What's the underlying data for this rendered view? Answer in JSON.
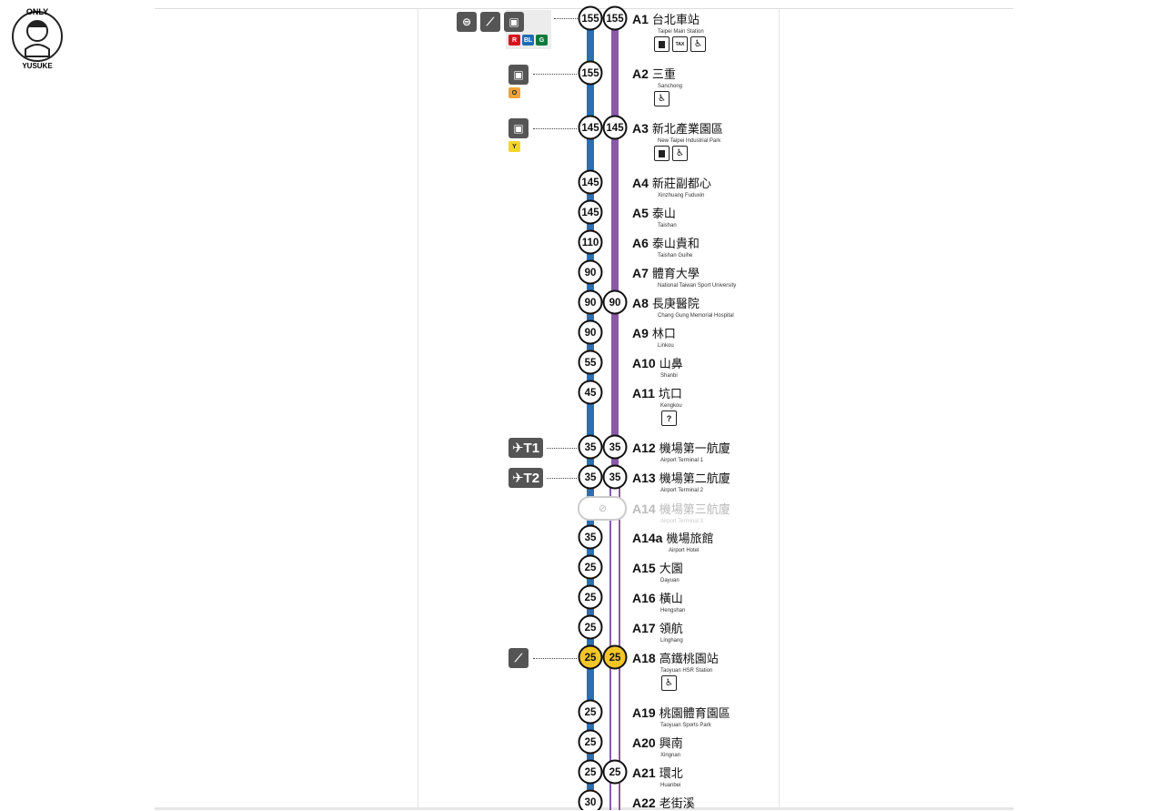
{
  "logo": {
    "arc_text": "ONLY",
    "bottom_text": "YUSUKE"
  },
  "colors": {
    "commuter": "#2a6fb6",
    "express": "#8a5aa8",
    "highlight": "#f4c526",
    "badge_R": "#d8111b",
    "badge_BL": "#1f6db5",
    "badge_G": "#0b7a3c",
    "badge_O": "#f2a23a",
    "badge_Y": "#f2d62a"
  },
  "stations": [
    {
      "code": "A1",
      "zh": "台北車站",
      "en": "Taipei Main Station",
      "commuter": "155",
      "express": "155",
      "amenities": [
        "lock",
        "TAX",
        "baby"
      ]
    },
    {
      "code": "A2",
      "zh": "三重",
      "en": "Sanchong",
      "commuter": "155",
      "express": "",
      "amenities": [
        "baby"
      ]
    },
    {
      "code": "A3",
      "zh": "新北產業園區",
      "en": "New Taipei Industrial Park",
      "commuter": "145",
      "express": "145",
      "amenities": [
        "lock",
        "baby"
      ]
    },
    {
      "code": "A4",
      "zh": "新莊副都心",
      "en": "Xinzhuang Fuduxin",
      "commuter": "145",
      "express": ""
    },
    {
      "code": "A5",
      "zh": "泰山",
      "en": "Taishan",
      "commuter": "145",
      "express": ""
    },
    {
      "code": "A6",
      "zh": "泰山貴和",
      "en": "Taishan Guihe",
      "commuter": "110",
      "express": ""
    },
    {
      "code": "A7",
      "zh": "體育大學",
      "en": "National Taiwan Sport University",
      "commuter": "90",
      "express": ""
    },
    {
      "code": "A8",
      "zh": "長庚醫院",
      "en": "Chang Gung Memorial Hospital",
      "commuter": "90",
      "express": "90"
    },
    {
      "code": "A9",
      "zh": "林口",
      "en": "Linkou",
      "commuter": "90",
      "express": ""
    },
    {
      "code": "A10",
      "zh": "山鼻",
      "en": "Shanbi",
      "commuter": "55",
      "express": ""
    },
    {
      "code": "A11",
      "zh": "坑口",
      "en": "Kengkou",
      "commuter": "45",
      "express": "",
      "amenities": [
        "info"
      ]
    },
    {
      "code": "A12",
      "zh": "機場第一航廈",
      "en": "Airport Terminal 1",
      "commuter": "35",
      "express": "35"
    },
    {
      "code": "A13",
      "zh": "機場第二航廈",
      "en": "Airport Terminal 2",
      "commuter": "35",
      "express": "35"
    },
    {
      "code": "A14",
      "zh": "機場第三航廈",
      "en": "Airport Terminal 3",
      "commuter": "",
      "express": "",
      "faded": true
    },
    {
      "code": "A14a",
      "zh": "機場旅館",
      "en": "Airport Hotel",
      "commuter": "35",
      "express": ""
    },
    {
      "code": "A15",
      "zh": "大園",
      "en": "Dayuan",
      "commuter": "25",
      "express": ""
    },
    {
      "code": "A16",
      "zh": "橫山",
      "en": "Hengshan",
      "commuter": "25",
      "express": ""
    },
    {
      "code": "A17",
      "zh": "領航",
      "en": "Linghang",
      "commuter": "25",
      "express": ""
    },
    {
      "code": "A18",
      "zh": "高鐵桃園站",
      "en": "Taoyuan HSR Station",
      "commuter": "25",
      "express": "25",
      "highlight": true,
      "amenities": [
        "baby"
      ]
    },
    {
      "code": "A19",
      "zh": "桃園體育園區",
      "en": "Taoyuan Sports Park",
      "commuter": "25",
      "express": ""
    },
    {
      "code": "A20",
      "zh": "興南",
      "en": "Xingnan",
      "commuter": "25",
      "express": ""
    },
    {
      "code": "A21",
      "zh": "環北",
      "en": "Huanbei",
      "commuter": "25",
      "express": "25"
    },
    {
      "code": "A22",
      "zh": "老街溪",
      "en": "",
      "commuter": "30",
      "express": ""
    }
  ],
  "transfers": {
    "a1_badges": [
      "R",
      "BL",
      "G"
    ],
    "a2_badge": "O",
    "a3_badge": "Y",
    "t1_label": "T1",
    "t2_label": "T2"
  }
}
